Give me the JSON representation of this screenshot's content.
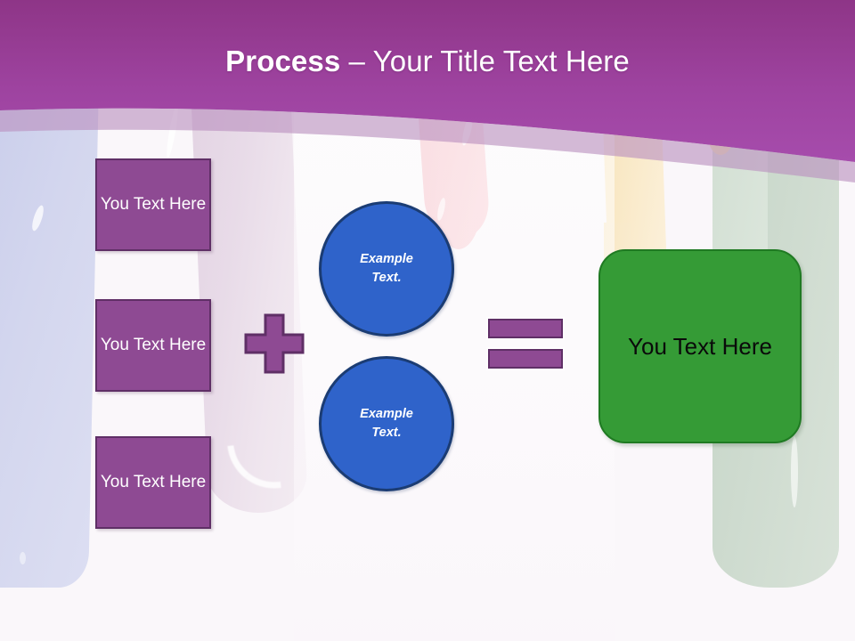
{
  "slide": {
    "title": {
      "bold_part": "Process",
      "rest_part": " – Your Title Text Here"
    },
    "banner_color": "#9b3f9b",
    "banner_light_band_color": "#c9a7c9",
    "background_color": "#faf6fa"
  },
  "inputs": {
    "boxes": [
      {
        "label": "You Text Here"
      },
      {
        "label": "You Text Here"
      },
      {
        "label": "You Text Here"
      }
    ],
    "box_fill": "#8e4a93",
    "box_border": "#5f2f66",
    "box_text_color": "#ffffff"
  },
  "operators": {
    "plus": {
      "symbol": "+",
      "name": "plus-sign",
      "fill": "#8e4a93",
      "border": "#5f2f66"
    },
    "equals": {
      "symbol": "=",
      "name": "equals-sign",
      "fill": "#8e4a93",
      "border": "#5f2f66"
    }
  },
  "circles": {
    "items": [
      {
        "line1": "Example",
        "line2": "Text."
      },
      {
        "line1": "Example",
        "line2": "Text."
      }
    ],
    "fill": "#2f63ca",
    "border": "#1b3c73",
    "text_color": "#ffffff"
  },
  "result": {
    "label": "You Text Here",
    "fill": "#359b36",
    "border": "#1f7a22",
    "text_color": "#0a0a0a"
  },
  "decor": {
    "drips": [
      {
        "name": "lavender-drip",
        "color": "#d3d6ee"
      },
      {
        "name": "mauve-drip",
        "color": "#e8dbe8"
      },
      {
        "name": "pink-drip",
        "color": "#f6c0c8"
      },
      {
        "name": "cream-drip",
        "color": "#f9e9c7"
      },
      {
        "name": "sage-drip",
        "color": "#cedbcf"
      }
    ]
  }
}
